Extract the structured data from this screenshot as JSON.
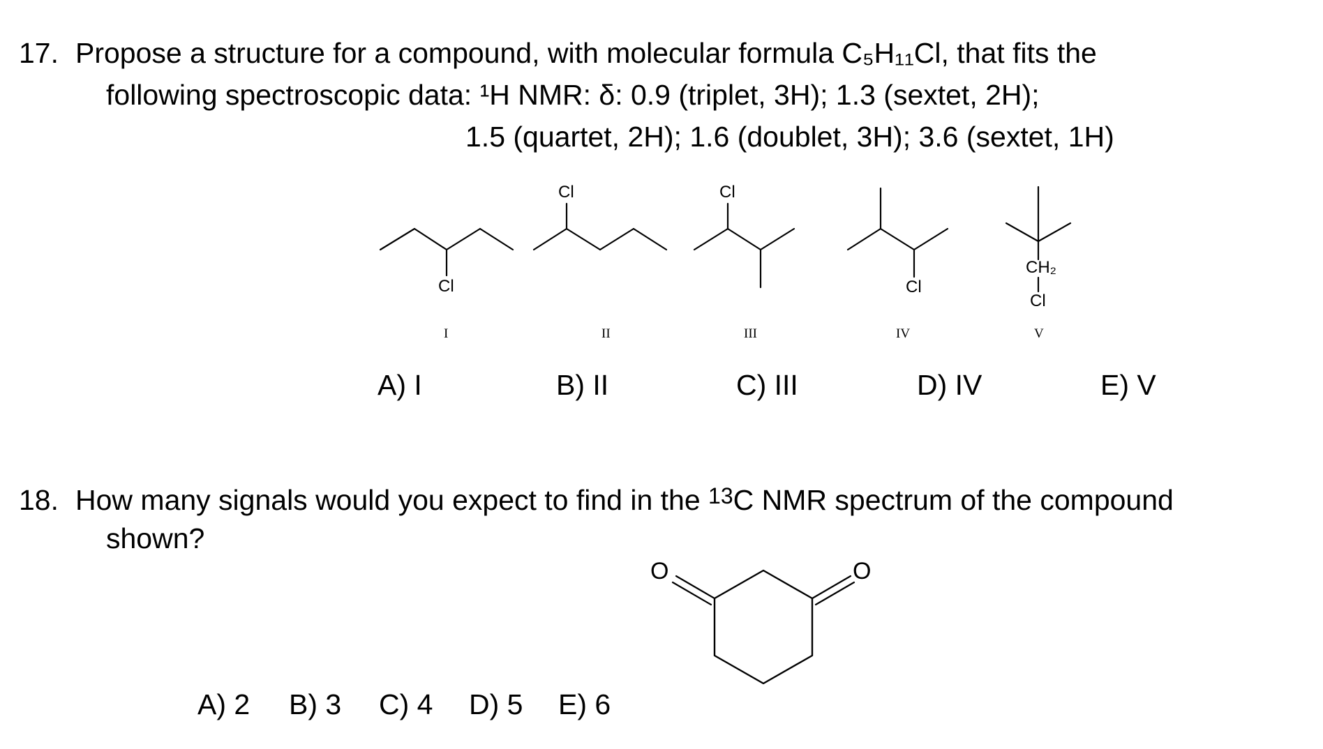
{
  "q17": {
    "number": "17.",
    "line1": "Propose a structure for a compound, with molecular formula C₅H₁₁Cl, that fits the",
    "line2": "following spectroscopic data:  ¹H NMR:  δ:  0.9 (triplet, 3H); 1.3 (sextet, 2H);",
    "line3": "1.5 (quartet, 2H); 1.6 (doublet, 3H); 3.6 (sextet, 1H)",
    "structures": [
      {
        "roman": "I",
        "atom": "Cl"
      },
      {
        "roman": "II",
        "atom": "Cl"
      },
      {
        "roman": "III",
        "atom": "Cl"
      },
      {
        "roman": "IV",
        "atom": "Cl"
      },
      {
        "roman": "V",
        "atom_top": "CH₂",
        "atom_bottom": "Cl"
      }
    ],
    "options": [
      "A) I",
      "B) II",
      "C) III",
      "D) IV",
      "E) V"
    ]
  },
  "q18": {
    "number": "18.",
    "line1_pre": "How many signals would you expect to find in the ",
    "superscript": "13",
    "line1_post": "C NMR spectrum of the compound",
    "line2": "shown?",
    "atoms": [
      "O",
      "O"
    ],
    "options": [
      "A) 2",
      "B) 3",
      "C) 4",
      "D) 5",
      "E) 6"
    ]
  }
}
